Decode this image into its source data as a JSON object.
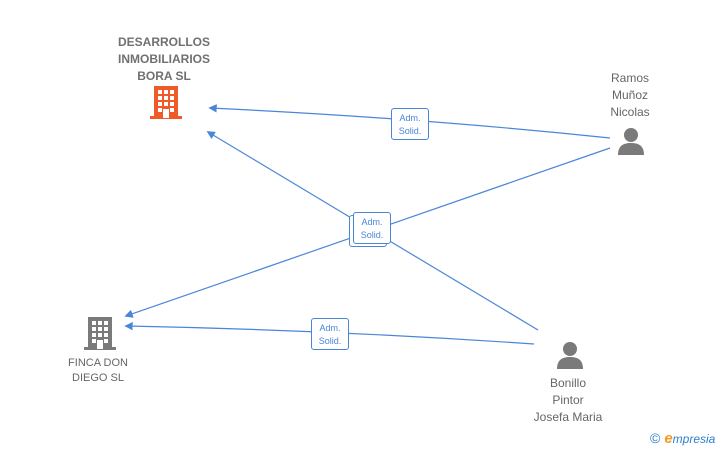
{
  "nodes": {
    "company_top": {
      "name_lines": [
        "DESARROLLOS",
        "INMOBILIARIOS",
        "BORA  SL"
      ],
      "icon": "building-icon",
      "color": "#f05a28"
    },
    "company_bottom": {
      "name_lines": [
        "FINCA DON",
        "DIEGO  SL"
      ],
      "icon": "building-icon",
      "color": "#7a7a7a"
    },
    "person_ramos": {
      "name_lines": [
        "Ramos",
        "Muñoz",
        "Nicolas"
      ],
      "icon": "person-icon",
      "color": "#7a7a7a"
    },
    "person_bonillo": {
      "name_lines": [
        "Bonillo",
        "Pintor",
        "Josefa Maria"
      ],
      "icon": "person-icon",
      "color": "#7a7a7a"
    }
  },
  "edges": [
    {
      "from": "person_ramos",
      "to": "company_top",
      "badge": [
        "Adm.",
        "Solid."
      ]
    },
    {
      "from": "person_ramos",
      "to": "company_bottom",
      "badge": [
        "Adm.",
        "Solid."
      ]
    },
    {
      "from": "person_bonillo",
      "to": "company_top",
      "badge": [
        "Adm.",
        "Solid."
      ]
    },
    {
      "from": "person_bonillo",
      "to": "company_bottom",
      "badge": [
        "Adm.",
        "Solid."
      ]
    }
  ],
  "edge_color": "#4a86d8",
  "watermark": {
    "copyright": "©",
    "brand_e": "e",
    "brand_rest": "mpresia"
  }
}
